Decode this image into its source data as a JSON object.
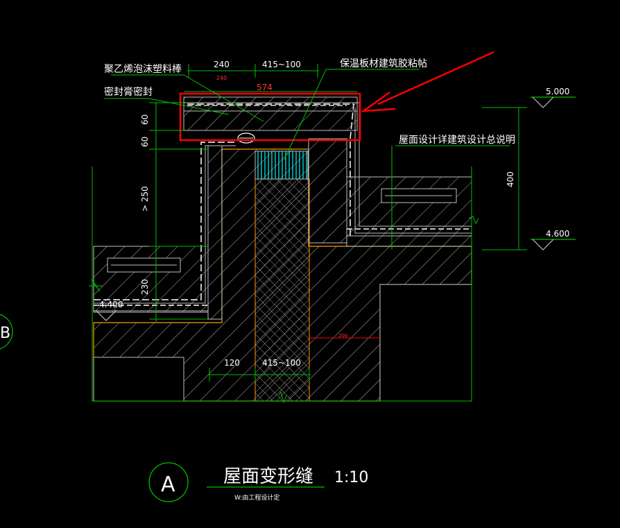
{
  "drawing": {
    "title": "屋面变形缝",
    "scale": "1:10",
    "subtitle": "W:由工程设计定",
    "detail_marker": "A",
    "side_marker": "B"
  },
  "labels": {
    "foam_rod": "聚乙烯泡沫塑料棒",
    "sealant": "密封膏密封",
    "insulation": "保温板材建筑胶粘帖",
    "roof_design": "屋面设计详建筑设计总说明"
  },
  "dimensions": {
    "top_240": "240",
    "top_415": "415~100",
    "small_240": "240",
    "width_574": "574",
    "v_60a": "60",
    "v_60b": "60",
    "v_250": "> 250",
    "v_230": "230",
    "v_400": "400",
    "bot_120": "120",
    "bot_415": "415~100",
    "small_200": "200"
  },
  "elevations": {
    "e1": "5.000",
    "e2": "4.600",
    "e3": "4.400"
  },
  "colors": {
    "background": "#000000",
    "line_green": "#00c000",
    "concrete": "#c0c0c0",
    "orange": "#ff9900",
    "red": "#ff0000",
    "cyan": "#00ffff",
    "white": "#ffffff"
  }
}
